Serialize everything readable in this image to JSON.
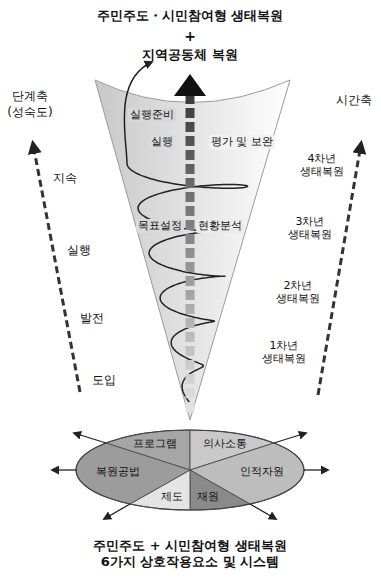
{
  "diagram": {
    "title": "주민주도・시민참여형 생태복원",
    "caption": "주민주도 + 시민참여형 생태복원 6가지 상호작용요소 및 시스템",
    "nodes": [
      {
        "text": [
          "프로그램"
        ]
      },
      {
        "text": [
          "의사소통"
        ]
      },
      {
        "text": [
          "복원공법"
        ]
      },
      {
        "text": [
          "인적자원"
        ]
      },
      {
        "text": [
          "제도"
        ]
      },
      {
        "text": [
          "재원"
        ]
      }
    ],
    "labels": [
      "+",
      "지역공동체 복원",
      "단계축",
      "(성숙도)",
      "시간축",
      "지속",
      "실행",
      "발전",
      "도입",
      "실행준비",
      "실행",
      "평가 및 보완",
      "목표설정",
      "현황분석",
      "4차년 생태복원",
      "3차년 생태복원",
      "2차년 생태복원",
      "1차년 생태복원"
    ]
  }
}
